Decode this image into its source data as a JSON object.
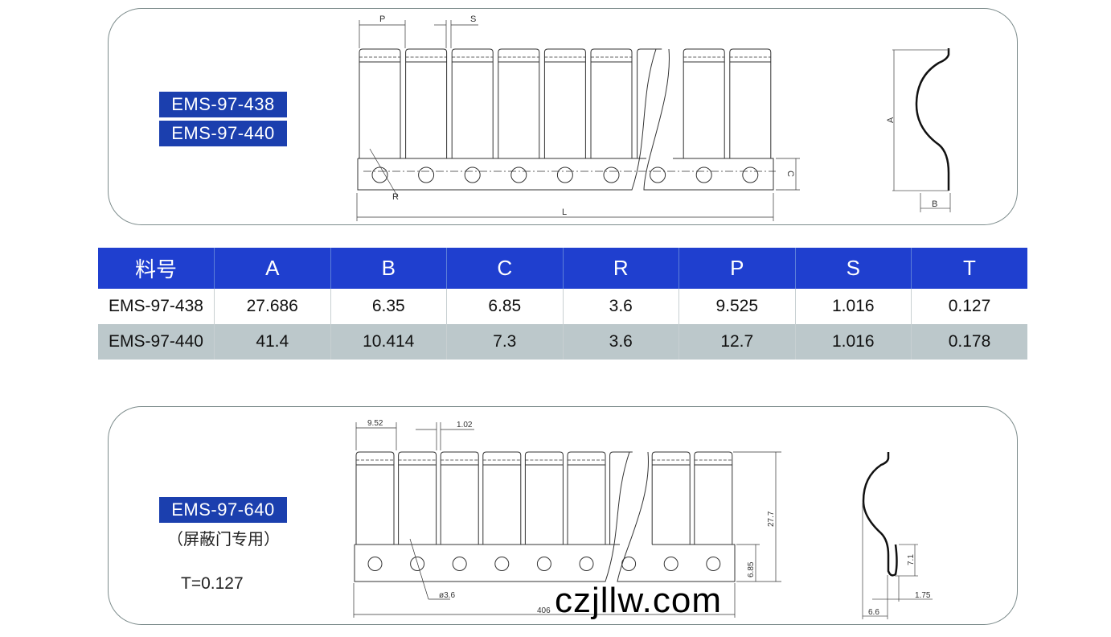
{
  "top": {
    "labels": [
      "EMS-97-438",
      "EMS-97-440"
    ],
    "dims": {
      "P": "P",
      "S": "S",
      "C": "C",
      "R": "R",
      "L": "L",
      "A": "A",
      "B": "B"
    }
  },
  "table": {
    "headers": [
      "料号",
      "A",
      "B",
      "C",
      "R",
      "P",
      "S",
      "T"
    ],
    "rows": [
      [
        "EMS-97-438",
        "27.686",
        "6.35",
        "6.85",
        "3.6",
        "9.525",
        "1.016",
        "0.127"
      ],
      [
        "EMS-97-440",
        "41.4",
        "10.414",
        "7.3",
        "3.6",
        "12.7",
        "1.016",
        "0.178"
      ]
    ]
  },
  "bottom": {
    "label": "EMS-97-640",
    "note": "（屏蔽门专用）",
    "thickness": "T=0.127",
    "dims": {
      "pitch": "9.52",
      "gap": "1.02",
      "height": "27.7",
      "base": "6.85",
      "hole": "ø3.6",
      "length": "406",
      "fold": "7.1",
      "lip": "1.75",
      "depth": "6.6"
    }
  },
  "watermark": "czjllw.com"
}
